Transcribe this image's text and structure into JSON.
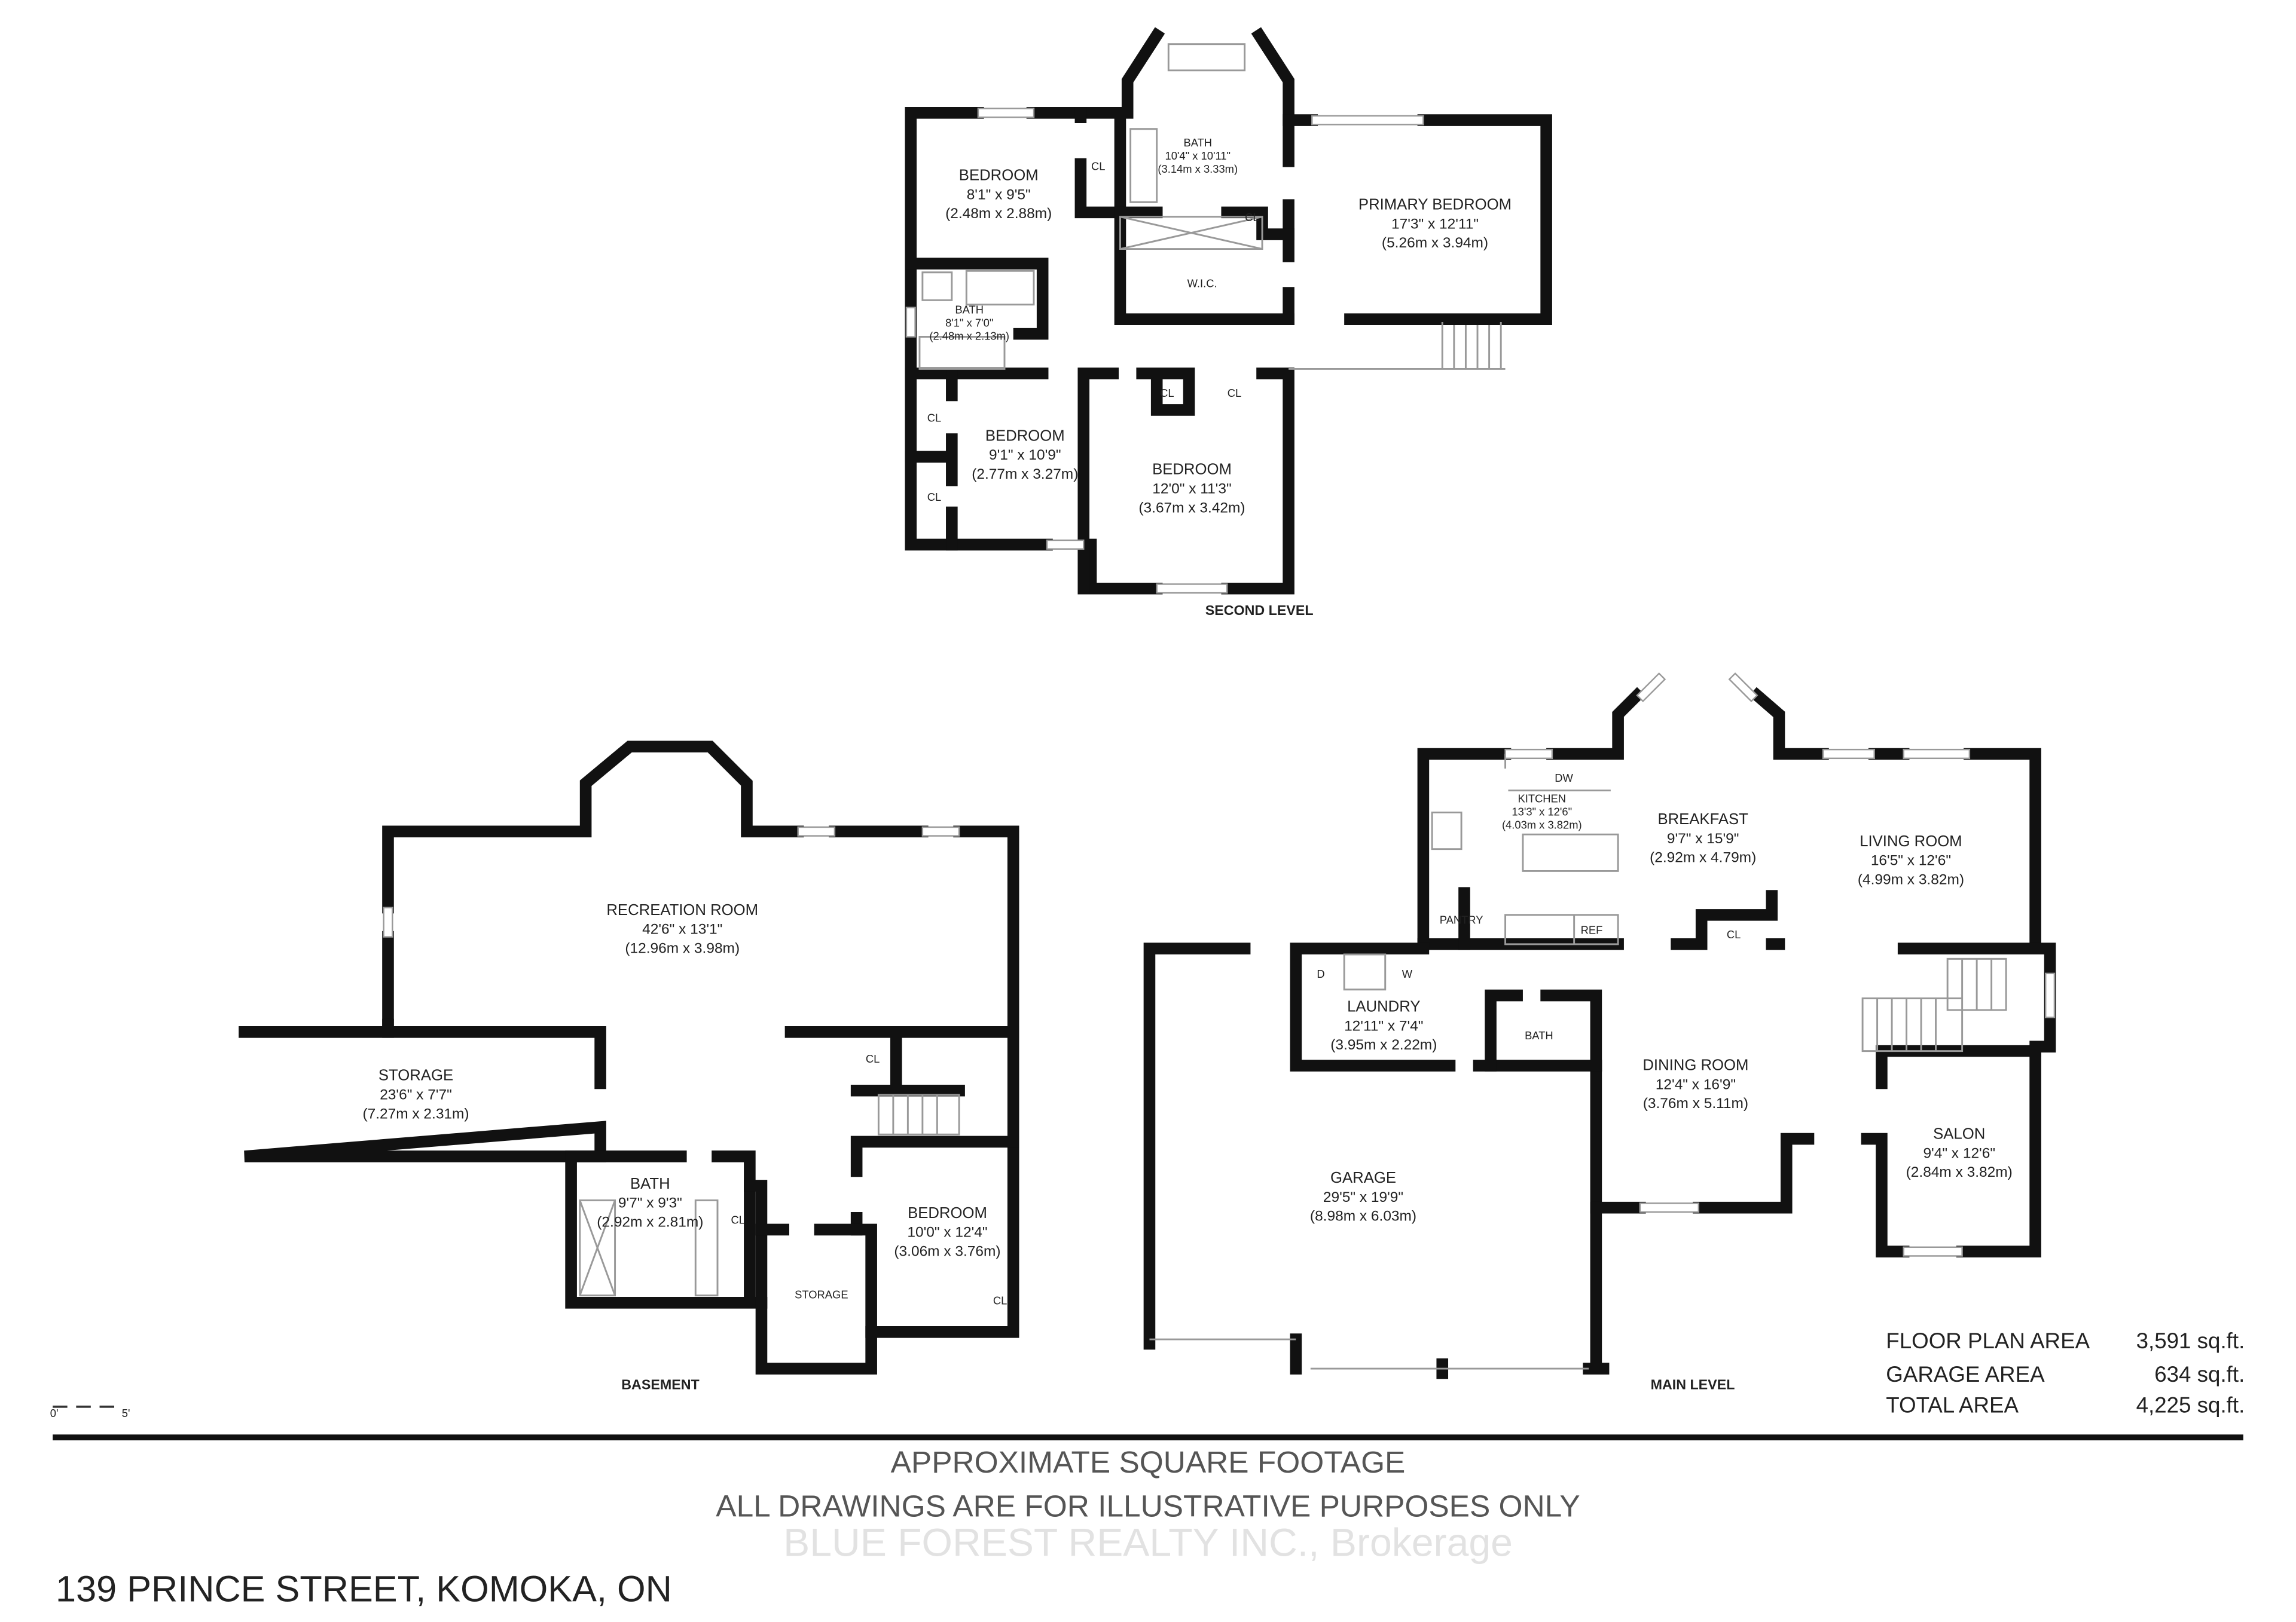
{
  "levels": [
    {
      "title": "SECOND LEVEL",
      "rooms": [
        {
          "name": "BEDROOM",
          "dims": "8'1\" x 9'5\"",
          "metric": "(2.48m x 2.88m)"
        },
        {
          "name": "BATH",
          "dims": "10'4\" x 10'11\"",
          "metric": "(3.14m x 3.33m)"
        },
        {
          "name": "PRIMARY BEDROOM",
          "dims": "17'3\" x 12'11\"",
          "metric": "(5.26m x 3.94m)"
        },
        {
          "name": "BATH",
          "dims": "8'1\" x 7'0\"",
          "metric": "(2.48m x 2.13m)"
        },
        {
          "name": "BEDROOM",
          "dims": "9'1\" x 10'9\"",
          "metric": "(2.77m x 3.27m)"
        },
        {
          "name": "BEDROOM",
          "dims": "12'0\" x 11'3\"",
          "metric": "(3.67m x 3.42m)"
        }
      ],
      "labels": [
        "CL",
        "CL",
        "W.I.C.",
        "CL",
        "CL",
        "CL",
        "CL"
      ]
    },
    {
      "title": "MAIN LEVEL",
      "rooms": [
        {
          "name": "KITCHEN",
          "dims": "13'3\" x 12'6\"",
          "metric": "(4.03m x 3.82m)"
        },
        {
          "name": "BREAKFAST",
          "dims": "9'7\" x 15'9\"",
          "metric": "(2.92m x 4.79m)"
        },
        {
          "name": "LIVING ROOM",
          "dims": "16'5\" x 12'6\"",
          "metric": "(4.99m x 3.82m)"
        },
        {
          "name": "LAUNDRY",
          "dims": "12'11\" x 7'4\"",
          "metric": "(3.95m x 2.22m)"
        },
        {
          "name": "DINING ROOM",
          "dims": "12'4\" x 16'9\"",
          "metric": "(3.76m x 5.11m)"
        },
        {
          "name": "SALON",
          "dims": "9'4\" x 12'6\"",
          "metric": "(2.84m x 3.82m)"
        },
        {
          "name": "GARAGE",
          "dims": "29'5\" x 19'9\"",
          "metric": "(8.98m x 6.03m)"
        }
      ],
      "labels": [
        "DW",
        "PANTRY",
        "REF",
        "CL",
        "D",
        "W",
        "BATH"
      ]
    },
    {
      "title": "BASEMENT",
      "rooms": [
        {
          "name": "RECREATION ROOM",
          "dims": "42'6\" x 13'1\"",
          "metric": "(12.96m x 3.98m)"
        },
        {
          "name": "STORAGE",
          "dims": "23'6\" x 7'7\"",
          "metric": "(7.27m x 2.31m)"
        },
        {
          "name": "BATH",
          "dims": "9'7\" x 9'3\"",
          "metric": "(2.92m x 2.81m)"
        },
        {
          "name": "BEDROOM",
          "dims": "10'0\" x 12'4\"",
          "metric": "(3.06m x 3.76m)"
        }
      ],
      "labels": [
        "CL",
        "CL",
        "STORAGE",
        "CL"
      ]
    }
  ],
  "scale_bar": {
    "start": "0'",
    "end": "5'"
  },
  "areas": [
    {
      "label": "FLOOR PLAN AREA",
      "value": "3,591 sq.ft."
    },
    {
      "label": "GARAGE AREA",
      "value": "634 sq.ft."
    },
    {
      "label": "TOTAL AREA",
      "value": "4,225 sq.ft."
    }
  ],
  "footer": {
    "line1": "APPROXIMATE SQUARE FOOTAGE",
    "line2": "ALL DRAWINGS ARE FOR ILLUSTRATIVE PURPOSES ONLY",
    "watermark": "BLUE FOREST REALTY INC., Brokerage",
    "address": "139 PRINCE STREET, KOMOKA, ON"
  }
}
